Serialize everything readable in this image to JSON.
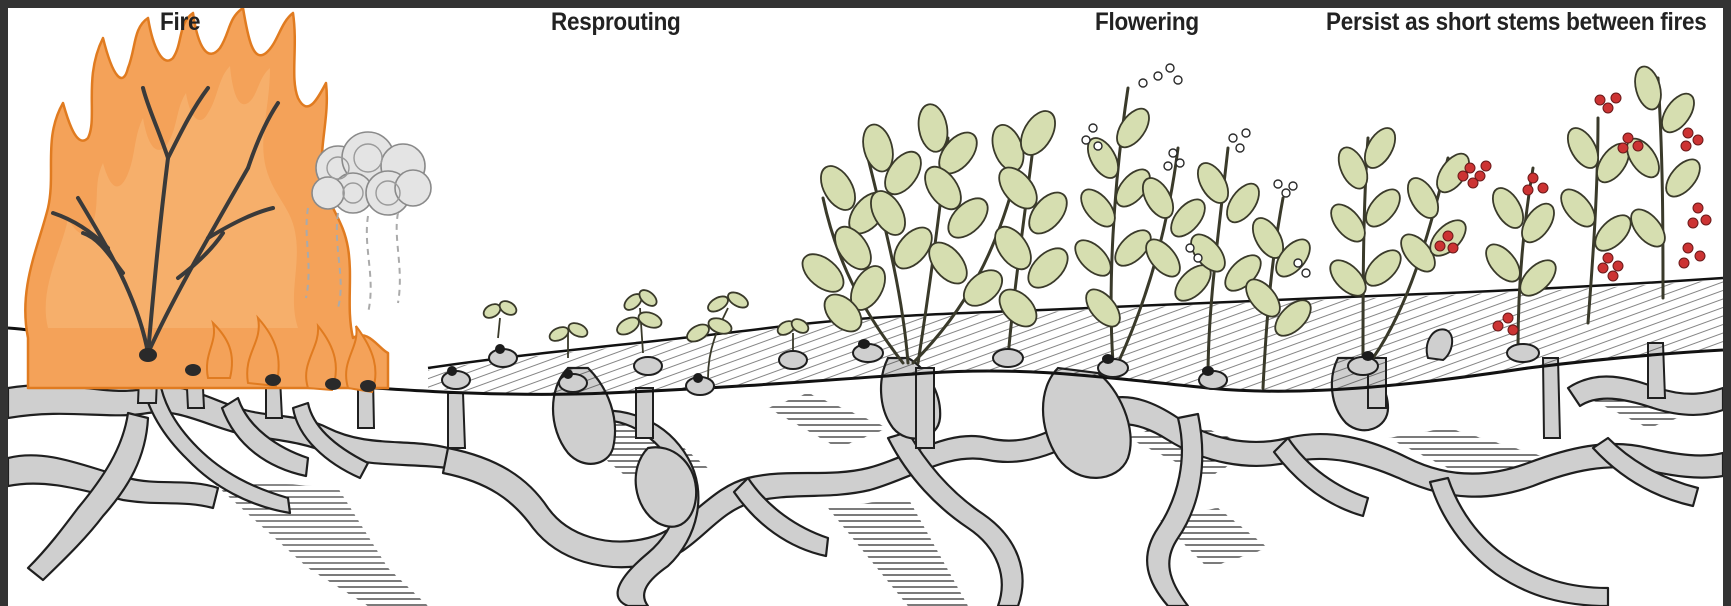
{
  "labels": {
    "fire": "Fire",
    "resprouting": "Resprouting",
    "flowering": "Flowering",
    "persist": "Persist as short stems between fires"
  },
  "colors": {
    "flame": "#f4a259",
    "flame_edge": "#e07b20",
    "smoke": "#bdbdbd",
    "leaf": "#d6deb0",
    "leaf_edge": "#3a3a2a",
    "root": "#c8c8c8",
    "root_shadow": "#8f8f8f",
    "berry": "#cc3333",
    "ink": "#222222"
  },
  "icons": [
    "flame-icon",
    "smoke-icon",
    "sprout-icon",
    "leafy-shrub-icon",
    "flower-icon",
    "berry-icon",
    "root-system-icon"
  ]
}
